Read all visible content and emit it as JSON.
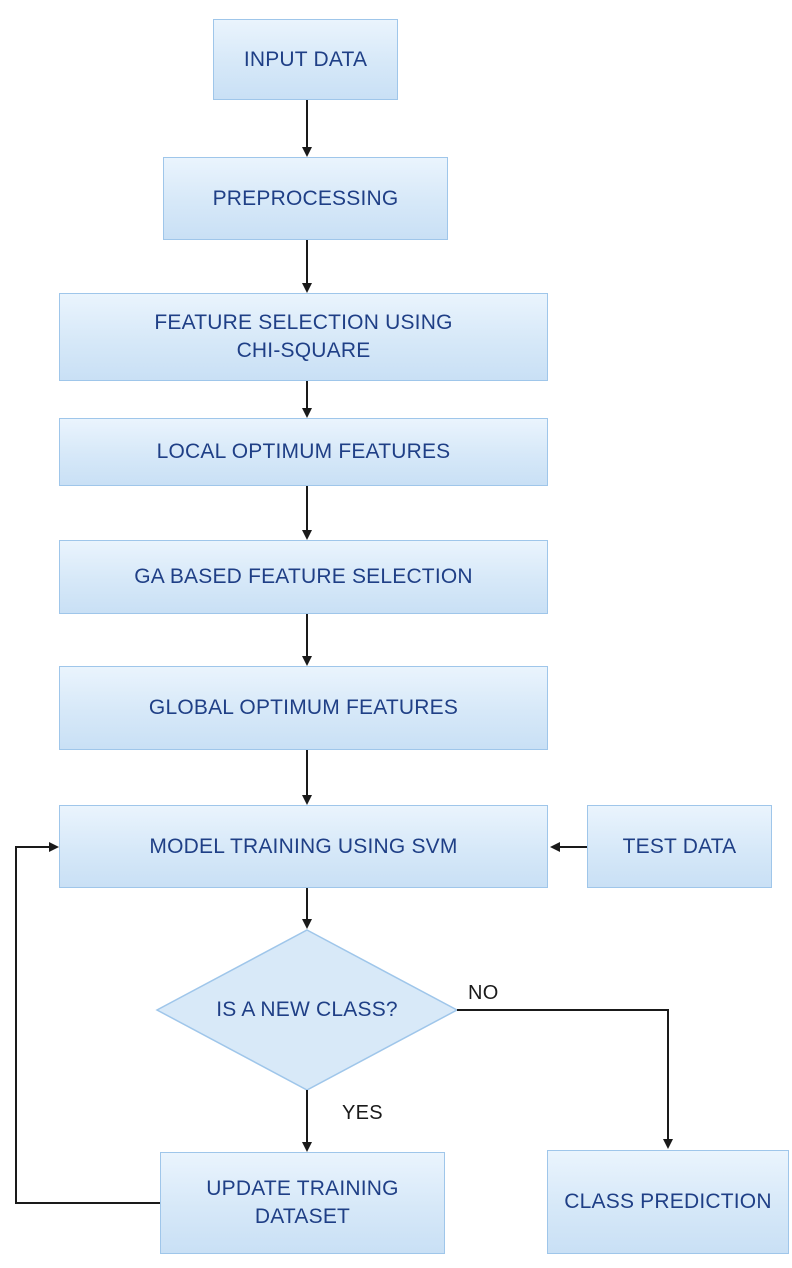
{
  "nodes": {
    "input_data": "INPUT DATA",
    "preprocessing": "PREPROCESSING",
    "feature_selection_chi": "FEATURE SELECTION USING CHI-SQUARE",
    "local_optimum": "LOCAL OPTIMUM FEATURES",
    "ga_feature_selection": "GA BASED FEATURE SELECTION",
    "global_optimum": "GLOBAL OPTIMUM FEATURES",
    "model_training": "MODEL TRAINING USING SVM",
    "test_data": "TEST DATA",
    "decision": "IS A NEW CLASS?",
    "update_training": "UPDATE TRAINING DATASET",
    "class_prediction": "CLASS PREDICTION"
  },
  "edges": {
    "no_label": "NO",
    "yes_label": "YES"
  },
  "colors": {
    "node_border": "#9fc6ea",
    "node_fill_top": "#eaf4fd",
    "node_fill_bottom": "#c9e0f5",
    "text": "#1f3f86",
    "arrow": "#1a1a1a"
  }
}
